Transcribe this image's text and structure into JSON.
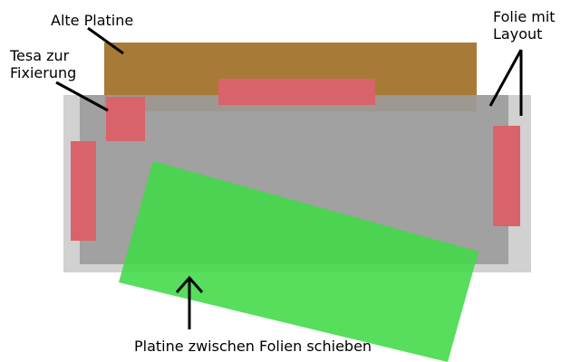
{
  "labels": {
    "old_board": "Alte Platine",
    "tape_line1": "Tesa zur",
    "tape_line2": "Fixierung",
    "film_line1": "Folie mit",
    "film_line2": "Layout",
    "instruction": "Platine zwischen Folien schieben"
  },
  "colors": {
    "background": "#ffffff",
    "outer_film": "#d1d1d1",
    "inner_film": "#a4a4a4",
    "old_board": "#a87a38",
    "tape": "#d9636a",
    "new_board": "#56df5c",
    "arrow": "#000000"
  }
}
